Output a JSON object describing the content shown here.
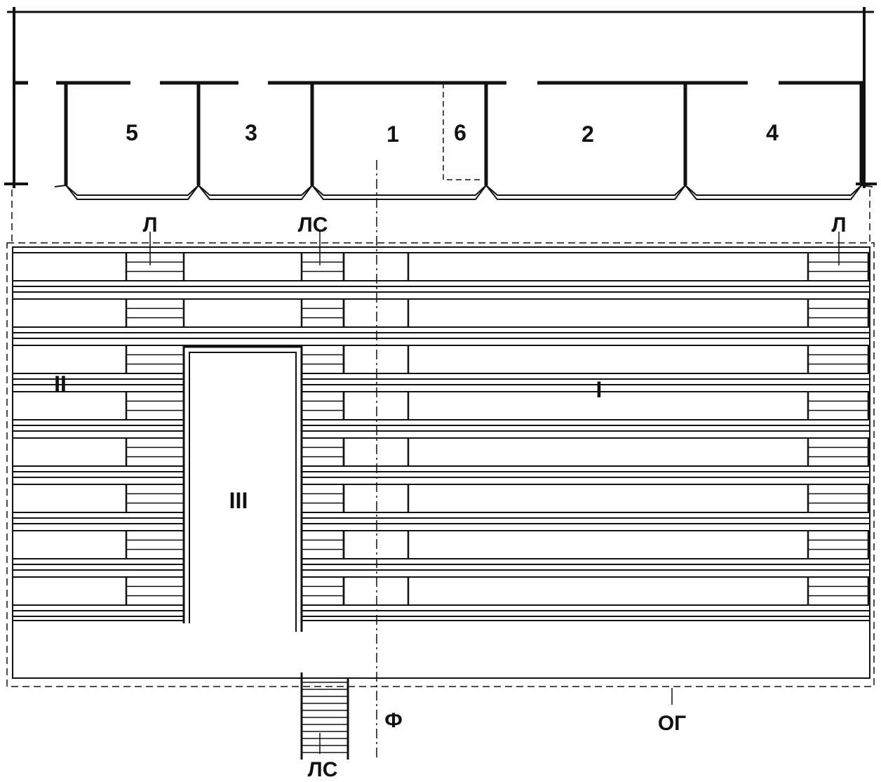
{
  "rooms": [
    {
      "id": "room-5",
      "label": "5"
    },
    {
      "id": "room-3",
      "label": "3"
    },
    {
      "id": "room-1",
      "label": "1"
    },
    {
      "id": "room-6",
      "label": "6"
    },
    {
      "id": "room-2",
      "label": "2"
    },
    {
      "id": "room-4",
      "label": "4"
    }
  ],
  "callouts": {
    "l_left": "Л",
    "ls_top": "ЛС",
    "l_right": "Л",
    "ls_bottom": "ЛС",
    "f": "Ф",
    "og": "ОГ"
  },
  "zones": {
    "I": "I",
    "II": "II",
    "III": "III"
  },
  "colors": {
    "line": "#111111",
    "background": "#ffffff"
  }
}
